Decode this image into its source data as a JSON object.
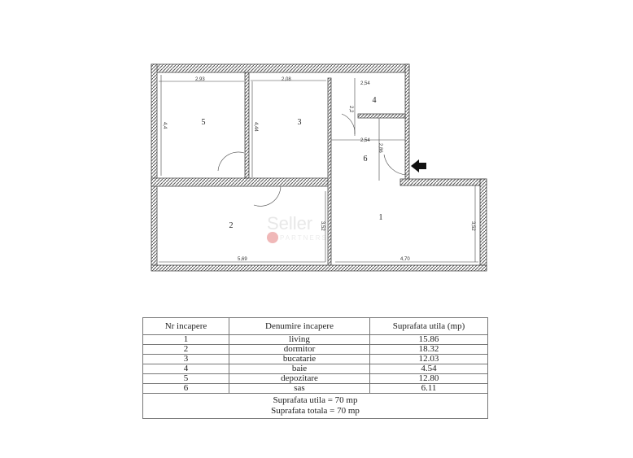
{
  "plan": {
    "rooms": [
      "1",
      "2",
      "3",
      "4",
      "5",
      "6"
    ],
    "dimensions": {
      "d_5w": "2,93",
      "d_3w": "2,08",
      "d_4w": "2,54",
      "d_4h": "2,2",
      "d_5h": "4,4",
      "d_3h": "4,44",
      "d_6w": "2,54",
      "d_6h": "2,86",
      "d_2h": "3,52",
      "d_1h": "3,52",
      "d_2w": "5,69",
      "d_1w": "4,70"
    },
    "watermark": "Seller & PARTNERS",
    "colors": {
      "wall": "#555555",
      "line": "#333333"
    }
  },
  "table": {
    "headers": [
      "Nr incapere",
      "Denumire incapere",
      "Suprafata utila (mp)"
    ],
    "rows": [
      [
        "1",
        "living",
        "15.86"
      ],
      [
        "2",
        "dormitor",
        "18.32"
      ],
      [
        "3",
        "bucatarie",
        "12.03"
      ],
      [
        "4",
        "baie",
        "4.54"
      ],
      [
        "5",
        "depozitare",
        "12.80"
      ],
      [
        "6",
        "sas",
        "6.11"
      ]
    ],
    "total_utila": "Suprafata utila = 70 mp",
    "total_totala": "Suprafata totala = 70 mp"
  }
}
